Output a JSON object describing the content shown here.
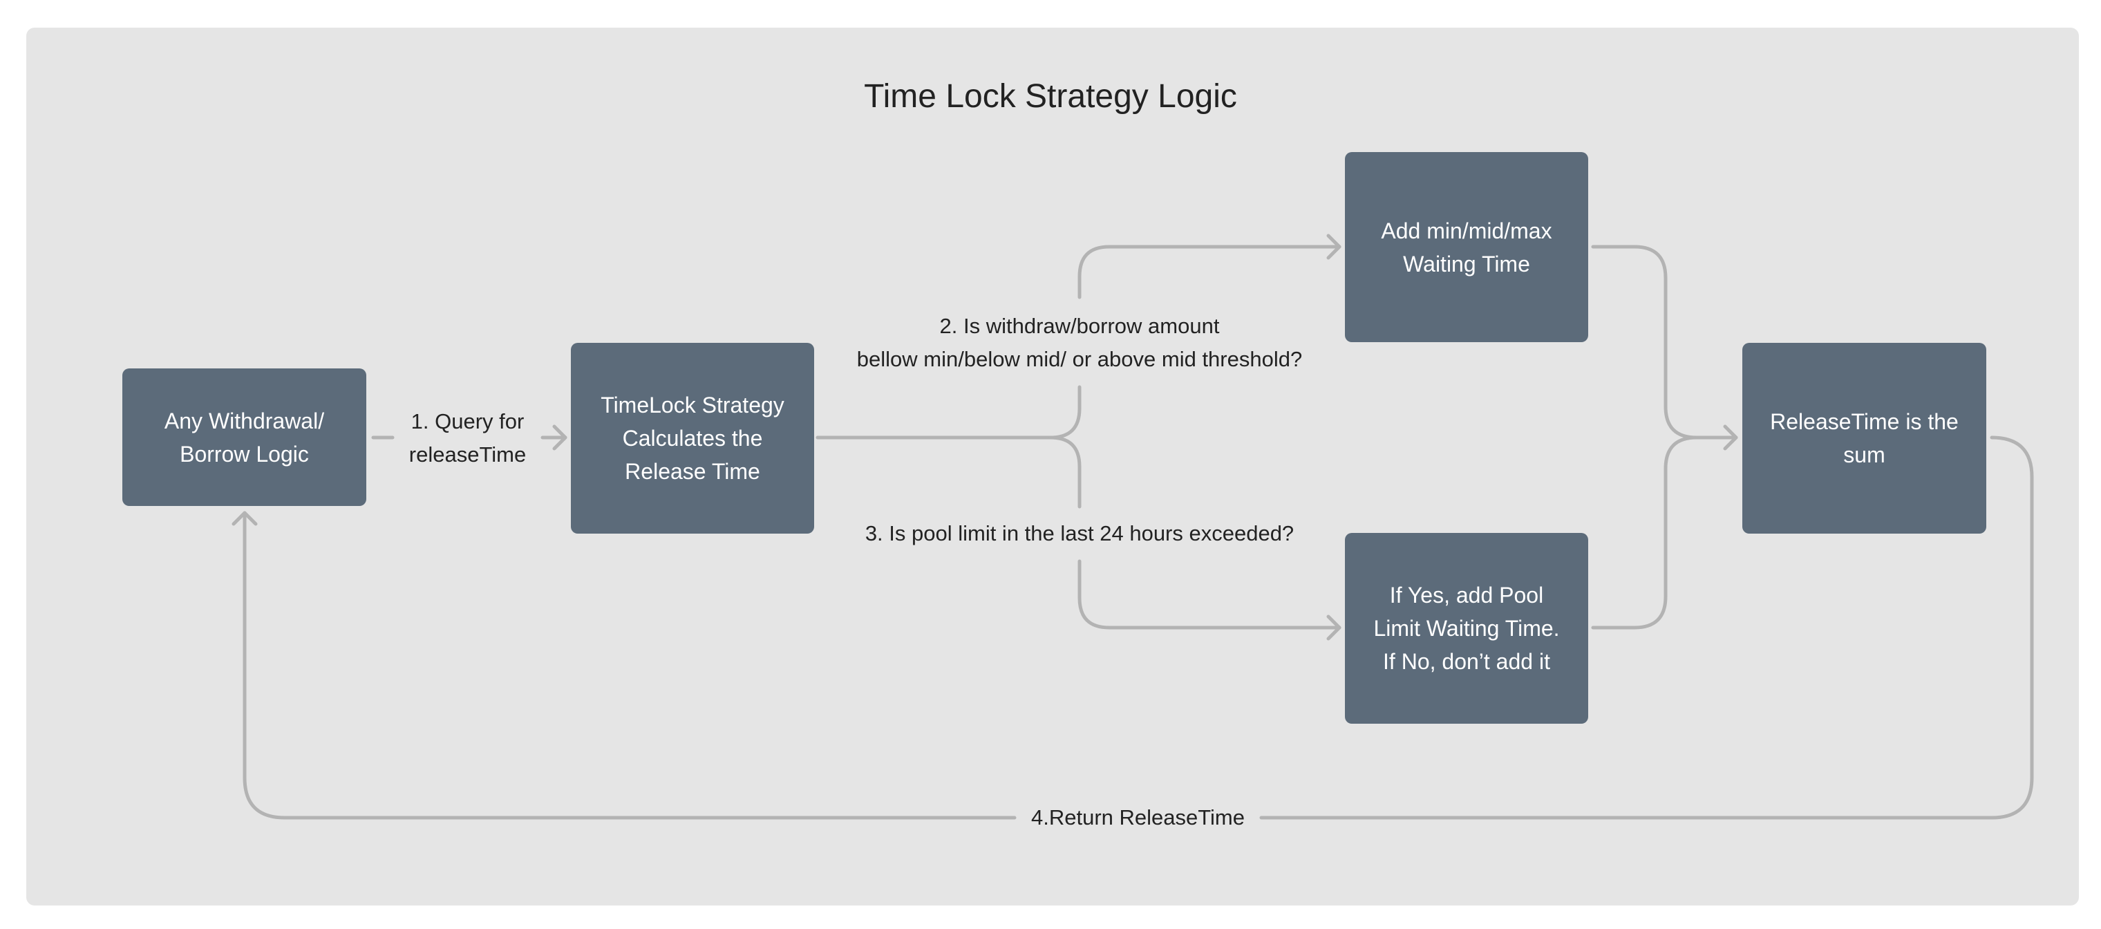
{
  "diagram": {
    "title": "Time Lock Strategy Logic",
    "nodes": {
      "withdrawal": [
        "Any Withdrawal/",
        "Borrow Logic"
      ],
      "strategy": [
        "TimeLock Strategy",
        "Calculates the",
        "Release Time"
      ],
      "waiting": [
        "Add min/mid/max",
        "Waiting Time"
      ],
      "pool": [
        "If Yes, add Pool",
        "Limit Waiting Time.",
        "If No, don’t add it"
      ],
      "release": [
        "ReleaseTime is the",
        "sum"
      ]
    },
    "edge_labels": {
      "query": [
        "1. Query for",
        "releaseTime"
      ],
      "amount": [
        "2. Is withdraw/borrow amount",
        "bellow min/below mid/ or above mid threshold?"
      ],
      "pool_limit": "3. Is pool limit in the last 24 hours exceeded?",
      "return": "4.Return ReleaseTime"
    },
    "colors": {
      "background": "#e5e5e5",
      "node_fill": "#5c6b7a",
      "node_text": "#ffffff",
      "connector": "#b3b3b3",
      "text": "#222222"
    }
  }
}
